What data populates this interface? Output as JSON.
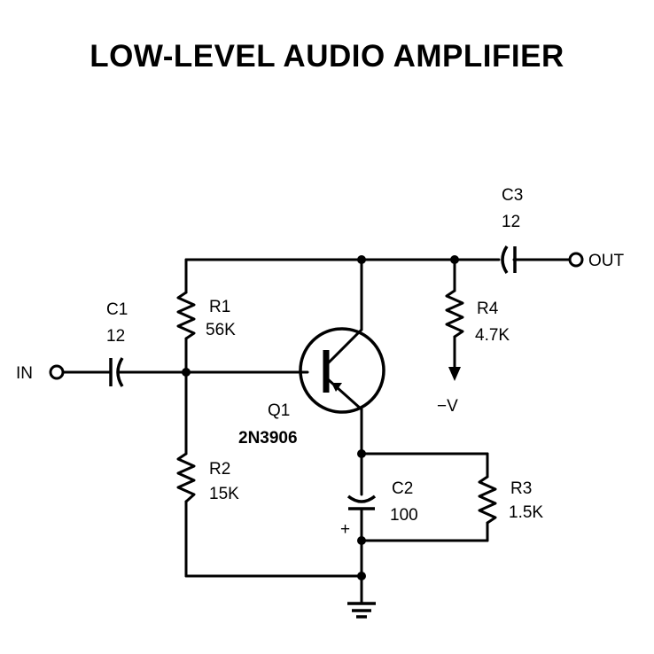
{
  "title": "LOW-LEVEL AUDIO AMPLIFIER",
  "input_label": "IN",
  "output_label": "OUT",
  "negative_supply_label": "−V",
  "polarity_mark": "+",
  "components": {
    "c1": {
      "ref": "C1",
      "value": "12"
    },
    "c2": {
      "ref": "C2",
      "value": "100"
    },
    "c3": {
      "ref": "C3",
      "value": "12"
    },
    "r1": {
      "ref": "R1",
      "value": "56K"
    },
    "r2": {
      "ref": "R2",
      "value": "15K"
    },
    "r3": {
      "ref": "R3",
      "value": "1.5K"
    },
    "r4": {
      "ref": "R4",
      "value": "4.7K"
    },
    "q1": {
      "ref": "Q1",
      "value": "2N3906"
    }
  },
  "colors": {
    "ink": "#000000",
    "background": "#ffffff"
  }
}
